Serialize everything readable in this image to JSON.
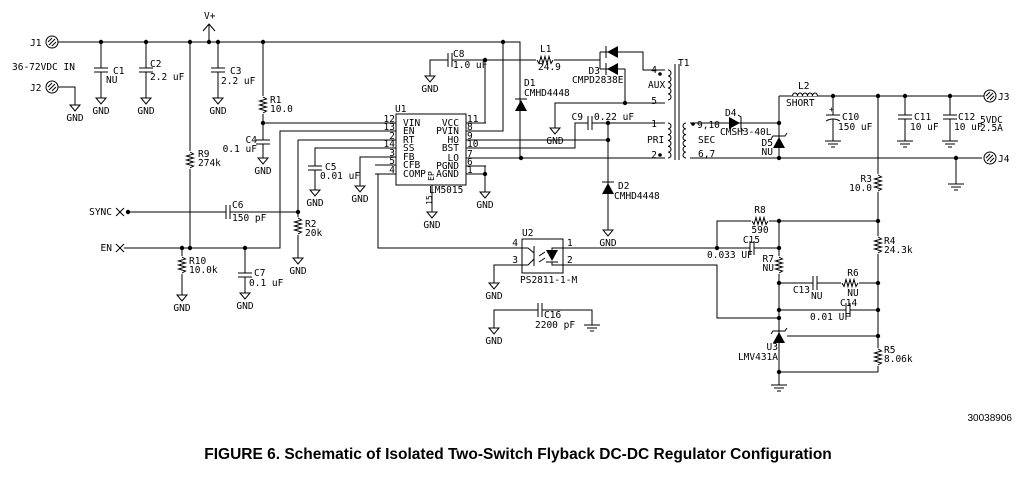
{
  "figure_caption": "FIGURE 6. Schematic of Isolated Two-Switch Flyback DC-DC Regulator Configuration",
  "figure_number": "30038906",
  "net_labels": {
    "vplus": "V+",
    "input": "36-72VDC IN",
    "sync": "SYNC",
    "en": "EN",
    "output_voltage": "5VDC",
    "output_current": "2.5A",
    "gnd": "GND"
  },
  "connectors": {
    "j1": "J1",
    "j2": "J2",
    "j3": "J3",
    "j4": "J4"
  },
  "components": {
    "c1": {
      "ref": "C1",
      "value": "NU"
    },
    "c2": {
      "ref": "C2",
      "value": "2.2 uF"
    },
    "c3": {
      "ref": "C3",
      "value": "2.2 uF"
    },
    "c4": {
      "ref": "C4",
      "value": "0.1 uF"
    },
    "c5": {
      "ref": "C5",
      "value": "0.01 uF"
    },
    "c6": {
      "ref": "C6",
      "value": "150 pF"
    },
    "c7": {
      "ref": "C7",
      "value": "0.1 uF"
    },
    "c8": {
      "ref": "C8",
      "value": "1.0 uF"
    },
    "c9": {
      "ref": "C9",
      "value": "0.22 uF"
    },
    "c10": {
      "ref": "C10",
      "value": "150 uF"
    },
    "c11": {
      "ref": "C11",
      "value": "10 uF"
    },
    "c12": {
      "ref": "C12",
      "value": "10 uF"
    },
    "c13": {
      "ref": "C13",
      "value": "NU"
    },
    "c14": {
      "ref": "C14",
      "value": "0.01 UF"
    },
    "c15": {
      "ref": "C15",
      "value": "0.033 UF"
    },
    "c16": {
      "ref": "C16",
      "value": "2200 pF"
    },
    "r1": {
      "ref": "R1",
      "value": "10.0"
    },
    "r2": {
      "ref": "R2",
      "value": "20k"
    },
    "r3": {
      "ref": "R3",
      "value": "10.0"
    },
    "r4": {
      "ref": "R4",
      "value": "24.3k"
    },
    "r5": {
      "ref": "R5",
      "value": "8.06k"
    },
    "r6": {
      "ref": "R6",
      "value": "NU"
    },
    "r7": {
      "ref": "R7",
      "value": "NU"
    },
    "r8": {
      "ref": "R8",
      "value": "590"
    },
    "r9": {
      "ref": "R9",
      "value": "274k"
    },
    "r10": {
      "ref": "R10",
      "value": "10.0k"
    },
    "l1": {
      "ref": "L1",
      "value": "24.9"
    },
    "l2": {
      "ref": "L2",
      "value": "SHORT"
    },
    "d1": {
      "ref": "D1",
      "value": "CMHD4448"
    },
    "d2": {
      "ref": "D2",
      "value": "CMHD4448"
    },
    "d3": {
      "ref": "D3",
      "value": "CMPD2838E"
    },
    "d4": {
      "ref": "D4",
      "value": "CMSH3-40L"
    },
    "d5": {
      "ref": "D5",
      "value": "NU"
    },
    "u1": {
      "ref": "U1",
      "value": "LM5015"
    },
    "u2": {
      "ref": "U2",
      "value": "PS2811-1-M"
    },
    "u3": {
      "ref": "U3",
      "value": "LMV431A"
    },
    "t1": {
      "ref": "T1"
    }
  },
  "u1_pins": {
    "left": [
      {
        "num": "12",
        "name": "VIN"
      },
      {
        "num": "13",
        "name": "EN"
      },
      {
        "num": "2",
        "name": "RT"
      },
      {
        "num": "14",
        "name": "SS"
      },
      {
        "num": "3",
        "name": "FB"
      },
      {
        "num": "5",
        "name": "CFB"
      },
      {
        "num": "4",
        "name": "COMP"
      }
    ],
    "right": [
      {
        "num": "11",
        "name": "VCC"
      },
      {
        "num": "8",
        "name": "PVIN"
      },
      {
        "num": "9",
        "name": "HO"
      },
      {
        "num": "10",
        "name": "BST"
      },
      {
        "num": "7",
        "name": "LO"
      },
      {
        "num": "6",
        "name": "PGND"
      },
      {
        "num": "1",
        "name": "AGND"
      }
    ],
    "ep": {
      "num": "15",
      "name": "EP"
    }
  },
  "t1_windings": {
    "aux": {
      "name": "AUX",
      "pins": [
        "4",
        "5"
      ]
    },
    "pri": {
      "name": "PRI",
      "pins": [
        "1",
        "2"
      ]
    },
    "sec": {
      "name": "SEC",
      "pins": [
        "9,10",
        "6,7"
      ]
    }
  },
  "u2_pins": {
    "p4": "4",
    "p3": "3",
    "p1": "1",
    "p2": "2"
  }
}
